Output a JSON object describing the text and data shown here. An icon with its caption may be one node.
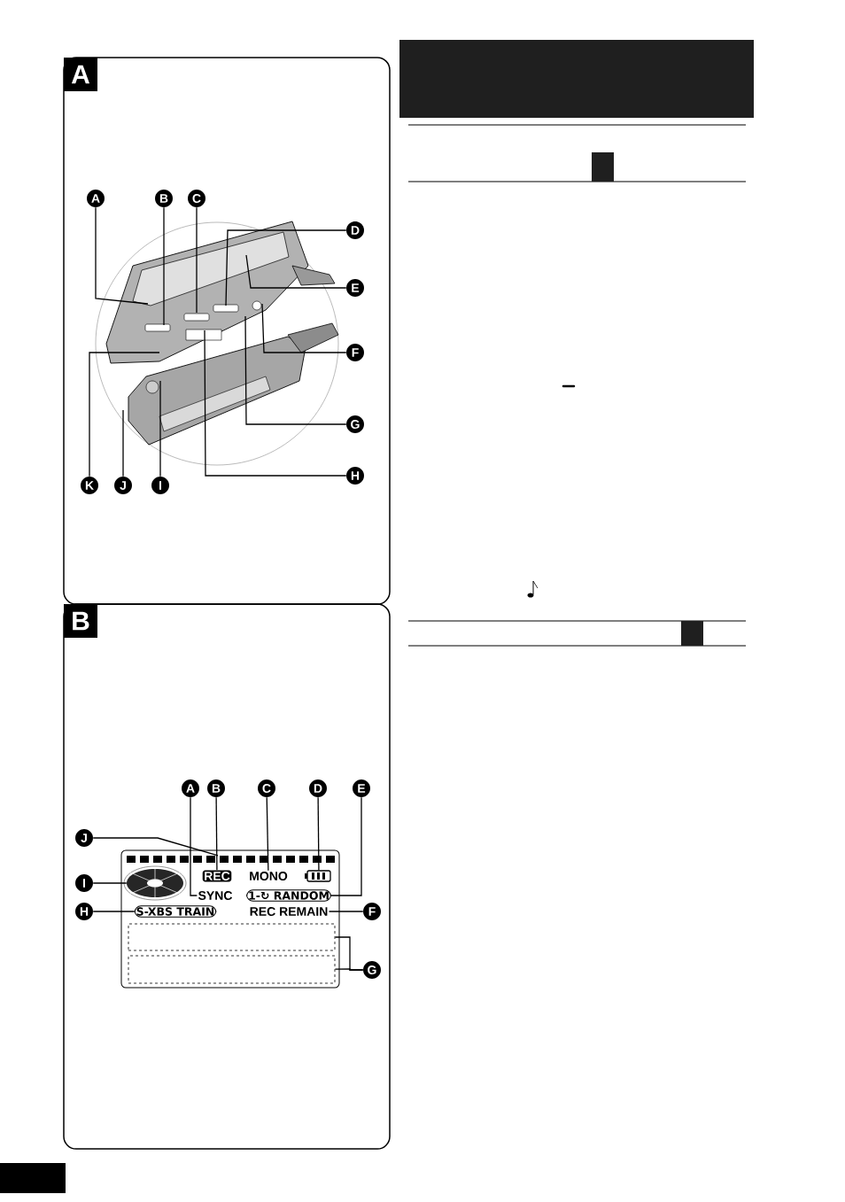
{
  "diagram": {
    "nodes": [
      {
        "text": [
          "A"
        ]
      },
      {
        "text": [],
        "shape": "picture",
        "in": 0
      },
      {
        "text": [
          "A"
        ],
        "in": 0
      },
      {
        "text": [
          "B"
        ],
        "in": 0
      },
      {
        "text": [
          "C"
        ],
        "in": 0
      },
      {
        "text": [
          "D"
        ],
        "in": 0
      },
      {
        "text": [
          "E"
        ],
        "in": 0
      },
      {
        "text": [
          "F"
        ],
        "in": 0
      },
      {
        "text": [
          "G"
        ],
        "in": 0
      },
      {
        "text": [
          "H"
        ],
        "in": 0
      },
      {
        "text": [
          "K"
        ],
        "in": 0
      },
      {
        "text": [
          "J"
        ],
        "in": 0
      },
      {
        "text": [
          "I"
        ],
        "in": 0
      },
      {
        "text": [
          "B"
        ]
      },
      {
        "text": [
          "A"
        ],
        "in": 13
      },
      {
        "text": [
          "B"
        ],
        "in": 13
      },
      {
        "text": [
          "C"
        ],
        "in": 13
      },
      {
        "text": [
          "D"
        ],
        "in": 13
      },
      {
        "text": [
          "E"
        ],
        "in": 13
      },
      {
        "text": [
          "J"
        ],
        "in": 13
      },
      {
        "text": [
          "I"
        ],
        "in": 13
      },
      {
        "text": [
          "H"
        ],
        "in": 13
      },
      {
        "text": [
          "F"
        ],
        "in": 13
      },
      {
        "text": [
          "G"
        ],
        "in": 13
      },
      {
        "text": [],
        "shape": "box",
        "in": 13
      },
      {
        "text": [
          "REC"
        ],
        "in": 24
      },
      {
        "text": [
          "MONO"
        ],
        "in": 24
      },
      {
        "text": [
          "SYNC"
        ],
        "in": 24
      },
      {
        "text": [
          "1-↻ RANDOM"
        ],
        "in": 24
      },
      {
        "text": [
          "S-XBS TRAIN"
        ],
        "in": 24
      },
      {
        "text": [
          "REC REMAIN"
        ],
        "in": 24
      },
      {
        "text": [],
        "shape": "battery",
        "in": 24
      },
      {
        "text": [],
        "shape": "disc",
        "in": 24
      },
      {
        "text": [],
        "shape": "bar",
        "in": 24
      },
      {
        "text": [],
        "shape": "box",
        "in": 24
      },
      {
        "text": [],
        "shape": "box",
        "in": 24
      }
    ],
    "edges": [
      {
        "from": 2,
        "to": 1,
        "arrow": "none"
      },
      {
        "from": 3,
        "to": 1,
        "arrow": "none"
      },
      {
        "from": 4,
        "to": 1,
        "arrow": "none"
      },
      {
        "from": 5,
        "to": 1,
        "arrow": "none"
      },
      {
        "from": 6,
        "to": 1,
        "arrow": "none"
      },
      {
        "from": 7,
        "to": 1,
        "arrow": "none"
      },
      {
        "from": 8,
        "to": 1,
        "arrow": "none"
      },
      {
        "from": 9,
        "to": 1,
        "arrow": "none"
      },
      {
        "from": 10,
        "to": 1,
        "arrow": "none"
      },
      {
        "from": 11,
        "to": 1,
        "arrow": "none"
      },
      {
        "from": 12,
        "to": 1,
        "arrow": "none"
      },
      {
        "from": 14,
        "to": 27,
        "arrow": "none"
      },
      {
        "from": 15,
        "to": 25,
        "arrow": "none"
      },
      {
        "from": 16,
        "to": 26,
        "arrow": "none"
      },
      {
        "from": 17,
        "to": 31,
        "arrow": "none"
      },
      {
        "from": 18,
        "to": 28,
        "arrow": "none"
      },
      {
        "from": 19,
        "to": 33,
        "arrow": "none"
      },
      {
        "from": 20,
        "to": 32,
        "arrow": "none"
      },
      {
        "from": 21,
        "to": 29,
        "arrow": "none"
      },
      {
        "from": 22,
        "to": 30,
        "arrow": "none"
      },
      {
        "from": 23,
        "to": 34,
        "arrow": "none"
      },
      {
        "from": 23,
        "to": 35,
        "arrow": "none"
      }
    ]
  }
}
